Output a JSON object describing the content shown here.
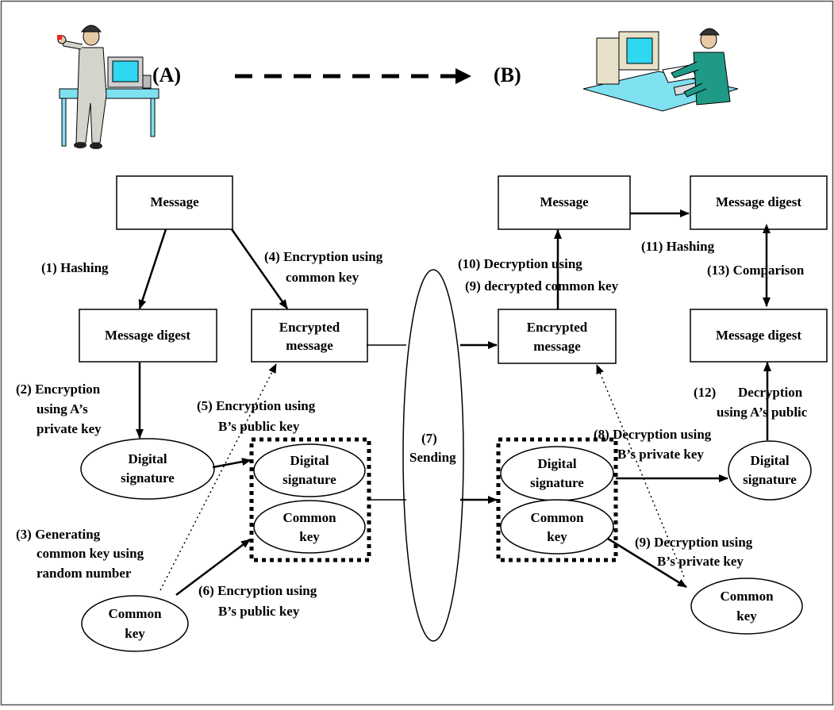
{
  "parties": {
    "a": "(A)",
    "b": "(B)"
  },
  "nodes": {
    "message_a": "Message",
    "message_digest_a": "Message digest",
    "encrypted_message_a": [
      "Encrypted",
      "message"
    ],
    "digital_signature_a": [
      "Digital",
      "signature"
    ],
    "digital_signature_pkg_a": [
      "Digital",
      "signature"
    ],
    "common_key_pkg_a": [
      "Common",
      "key"
    ],
    "common_key_a": [
      "Common",
      "key"
    ],
    "sending": [
      "(7)",
      "Sending"
    ],
    "message_b": "Message",
    "message_digest_b1": "Message digest",
    "message_digest_b2": "Message digest",
    "encrypted_message_b": [
      "Encrypted",
      "message"
    ],
    "digital_signature_pkg_b": [
      "Digital",
      "signature"
    ],
    "common_key_pkg_b": [
      "Common",
      "key"
    ],
    "digital_signature_b": [
      "Digital",
      "signature"
    ],
    "common_key_b": [
      "Common",
      "key"
    ]
  },
  "steps": {
    "s1": "(1) Hashing",
    "s2": [
      "(2) Encryption",
      "using A’s",
      "private key"
    ],
    "s3": [
      "(3) Generating",
      "common key using",
      "random number"
    ],
    "s4": [
      "(4) Encryption using",
      "common key"
    ],
    "s5": [
      "(5) Encryption using",
      "B’s public key"
    ],
    "s6": [
      "(6) Encryption using",
      "B’s public key"
    ],
    "s8": [
      "(8) Decryption using",
      "B’s private key"
    ],
    "s9a": "(9) Decryption using",
    "s9b": "B’s private key",
    "s10a": "(10) Decryption using",
    "s10b": "(9) decrypted common key",
    "s11": "(11) Hashing",
    "s12": [
      "(12)",
      "Decryption",
      "using A’s public"
    ],
    "s13": "(13) Comparison"
  },
  "colors": {
    "stroke": "#000000",
    "border": "#555555",
    "monitor_screen": "#2fd7f0",
    "desk": "#7fe0f0",
    "person_a_coat": "#d4d4cc",
    "person_b_shirt": "#1f9a86"
  }
}
